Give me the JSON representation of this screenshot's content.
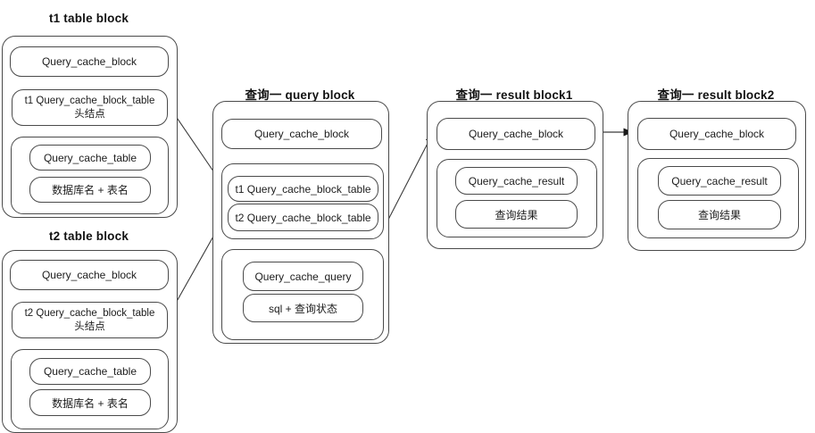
{
  "blocks": {
    "t1": {
      "title": "t1 table block",
      "cache_block": "Query_cache_block",
      "head_line1": "t1 Query_cache_block_table",
      "head_line2": "头结点",
      "cache_table": "Query_cache_table",
      "db_table_name": "数据库名 + 表名"
    },
    "t2": {
      "title": "t2 table block",
      "cache_block": "Query_cache_block",
      "head_line1": "t2 Query_cache_block_table",
      "head_line2": "头结点",
      "cache_table": "Query_cache_table",
      "db_table_name": "数据库名 + 表名"
    },
    "query": {
      "title": "查询一 query block",
      "cache_block": "Query_cache_block",
      "t1_entry": "t1 Query_cache_block_table",
      "t2_entry": "t2 Query_cache_block_table",
      "cache_query": "Query_cache_query",
      "sql_status": "sql + 查询状态"
    },
    "result1": {
      "title": "查询一 result block1",
      "cache_block": "Query_cache_block",
      "cache_result": "Query_cache_result",
      "result_text": "查询结果"
    },
    "result2": {
      "title": "查询一 result block2",
      "cache_block": "Query_cache_block",
      "cache_result": "Query_cache_result",
      "result_text": "查询结果"
    }
  },
  "colors": {
    "border": "#4a4a4a",
    "text": "#1c1c1c",
    "background": "#ffffff"
  }
}
